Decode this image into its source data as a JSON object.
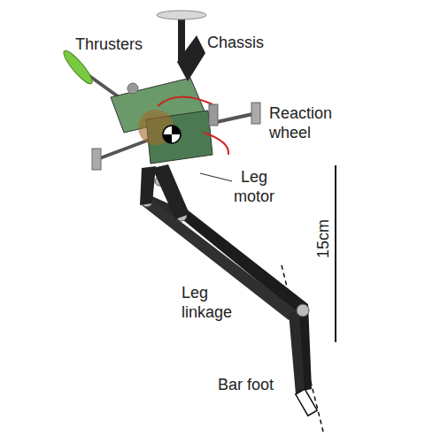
{
  "diagram": {
    "labels": [
      "Thrusters",
      "Chassis",
      "Reaction wheel",
      "Leg motor",
      "Leg linkage",
      "15cm",
      "Bar foot"
    ]
  }
}
